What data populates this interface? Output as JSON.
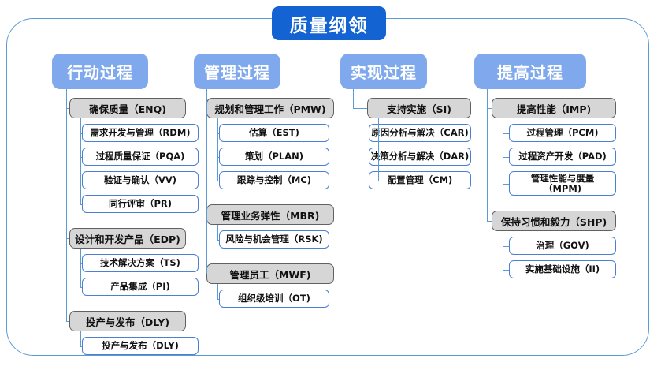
{
  "root": {
    "title": "质量纲领"
  },
  "columns": [
    {
      "header": "行动过程",
      "groups": [
        {
          "label": "确保质量（ENQ)",
          "children": [
            "需求开发与管理（RDM)",
            "过程质量保证（PQA)",
            "验证与确认（VV)",
            "同行评审（PR)"
          ]
        },
        {
          "label": "设计和开发产品（EDP)",
          "children": [
            "技术解决方案（TS)",
            "产品集成（PI)"
          ]
        },
        {
          "label": "投产与发布（DLY)",
          "children": [
            "投产与发布（DLY)"
          ]
        }
      ]
    },
    {
      "header": "管理过程",
      "groups": [
        {
          "label": "规划和管理工作（PMW)",
          "children": [
            "估算（EST)",
            "策划（PLAN)",
            "跟踪与控制（MC)"
          ]
        },
        {
          "label": "管理业务弹性（MBR)",
          "children": [
            "风险与机会管理（RSK)"
          ]
        },
        {
          "label": "管理员工（MWF)",
          "children": [
            "组织级培训（OT)"
          ]
        }
      ]
    },
    {
      "header": "实现过程",
      "groups": [
        {
          "label": "支持实施（SI)",
          "children": [
            "原因分析与解决（CAR)",
            "决策分析与解决（DAR)",
            "配置管理（CM)"
          ]
        }
      ]
    },
    {
      "header": "提高过程",
      "groups": [
        {
          "label": "提高性能（IMP)",
          "children": [
            "过程管理（PCM)",
            "过程资产开发（PAD)",
            "管理性能与度量\n（MPM)"
          ]
        },
        {
          "label": "保持习惯和毅力（SHP)",
          "children": [
            "治理（GOV)",
            "实施基础设施（II)"
          ]
        }
      ]
    }
  ],
  "colors": {
    "root_box": "#1463d2",
    "header_box": "#7fa9ec",
    "group_box": "#d6d6d6",
    "group_border": "#616161",
    "leaf_border": "#4a7fd4",
    "connector": "#5b9bd5",
    "frame_border": "#5b9bd5",
    "text_dark": "#111111",
    "text_light": "#ffffff"
  }
}
